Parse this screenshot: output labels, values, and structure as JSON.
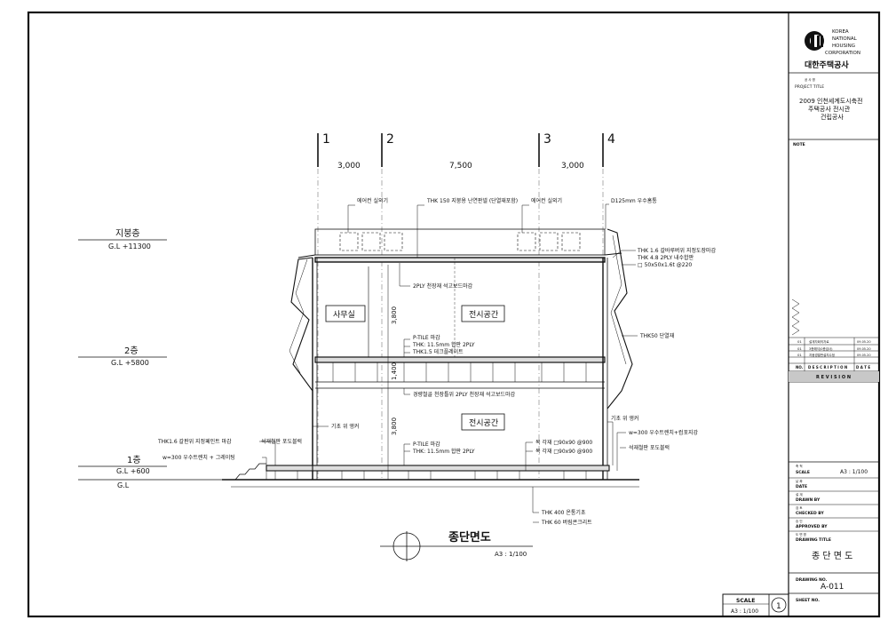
{
  "grid": {
    "axes": [
      "1",
      "2",
      "3",
      "4"
    ],
    "spacing": [
      "3,000",
      "7,500",
      "3,000"
    ]
  },
  "levels": [
    {
      "name": "지붕층",
      "elevation": "G.L +11300"
    },
    {
      "name": "2층",
      "elevation": "G.L +5800"
    },
    {
      "name": "1층",
      "elevation": "G.L +600"
    },
    {
      "name": "",
      "elevation": "G.L"
    }
  ],
  "rooms": [
    "사무실",
    "전시공간",
    "전시공간"
  ],
  "vertical_dims": [
    "3,800",
    "1,400",
    "3,800"
  ],
  "annotations": {
    "aircon_left": "에어컨 실외기",
    "aircon_right": "에어컨 실외기",
    "roof_panel": "THK 150 지붕용 난연판넬 (단열재포함)",
    "drain": "D125mm 우수홈통",
    "louver_1": "THK 1.6 갈바루버위 지정도장마감",
    "louver_2": "THK 4.8 2PLY 내수합판",
    "louver_3": "□ 50x50x1.6t @220",
    "ceiling_finish": "2PLY 천장재 석고보드마감",
    "ptile_1": "P-TILE 마감",
    "ply_1": "THK: 11.5mm 합판 2PLY",
    "deck": "THK1.5 데크플레이트",
    "insulation": "THK50 단열재",
    "ceiling_2": "경량철골 천장틀위 2PLY 천장재 석고보드마감",
    "anchor_left": "기초 위 앵커",
    "anchor_right": "기초 위 앵커",
    "galv_finish": "THK1.6 갈판위 지정페인트 마감",
    "steel_stair": "석재철판 포도블럭",
    "gutter_left": "w=300 우수트렌치 + 그레이팅",
    "ptile_2": "P-TILE 마감",
    "ply_2": "THK: 11.5mm 합판 2PLY",
    "joist_1": "목 각재 □90x90 @900",
    "joist_2": "목 각재 □90x90 @900",
    "gutter_right": "w=300 우수트렌치+컴포지강",
    "steel_paving": "석재철판 포도블럭",
    "footing": "THK 400 온통기초",
    "lean_concrete": "THK 60 버림콘크리트"
  },
  "drawing_title": "종단면도",
  "drawing_scale": "A3 : 1/100",
  "title_block": {
    "company_en": [
      "KOREA",
      "NATIONAL",
      "HOUSING",
      "CORPORATION"
    ],
    "company_ko": "대한주택공사",
    "project_label_ko": "공 사 명",
    "project_label": "PROJECT TITLE",
    "project_title": [
      "2009 인천세계도시축전",
      "주택공사 전시관",
      "건립공사"
    ],
    "note_label": "NOTE",
    "revisions": [
      {
        "no": "01",
        "description": "설계자회의자료",
        "date": "09.05.20"
      },
      {
        "no": "01",
        "description": "3층해석(0층검사)",
        "date": "09.05.20"
      },
      {
        "no": "01",
        "description": "지붕경열판설치수정",
        "date": "09.05.20"
      }
    ],
    "rev_headers": {
      "no": "NO.",
      "description": "D E S C R I P T I O N",
      "date": "D A T E"
    },
    "revision_label": "R E V I S I O N",
    "scale_label_ko": "축 척",
    "scale_label": "SCALE",
    "scale_value": "A3 : 1/100",
    "date_label_ko": "날 짜",
    "date_label": "DATE",
    "drawn_label_ko": "설 계",
    "drawn_label": "DRAWN BY",
    "checked_label_ko": "검 토",
    "checked_label": "CHECKED BY",
    "approved_label_ko": "승 인",
    "approved_label": "APPROVED BY",
    "drawing_title_label_ko": "도 면 명",
    "drawing_title_label": "DRAWING TITLE",
    "drawing_title": "종 단 면 도",
    "drawing_no_label": "DRAWING NO.",
    "drawing_no": "A-011",
    "sheet_no_label": "SHEET NO."
  },
  "bottom_scale": {
    "label": "SCALE",
    "value": "A3 : 1/100",
    "sheet": "1"
  }
}
